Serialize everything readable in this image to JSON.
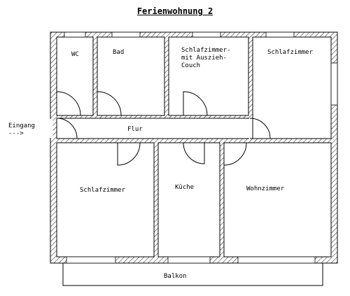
{
  "title": "Ferienwohnung 2",
  "rooms": {
    "wc": "WC",
    "bad": "Bad",
    "schlafzimmer_couch_1": "Schlafzimmer-",
    "schlafzimmer_couch_2": "mit Auszieh-",
    "schlafzimmer_couch_3": "Couch",
    "schlafzimmer_ne": "Schlafzimmer",
    "flur": "Flur",
    "schlafzimmer_sw": "Schlafzimmer",
    "kueche": "Küche",
    "wohnzimmer": "Wohnzimmer",
    "balkon": "Balkon"
  },
  "entrance": {
    "label": "Eingang",
    "arrow": "--->"
  }
}
